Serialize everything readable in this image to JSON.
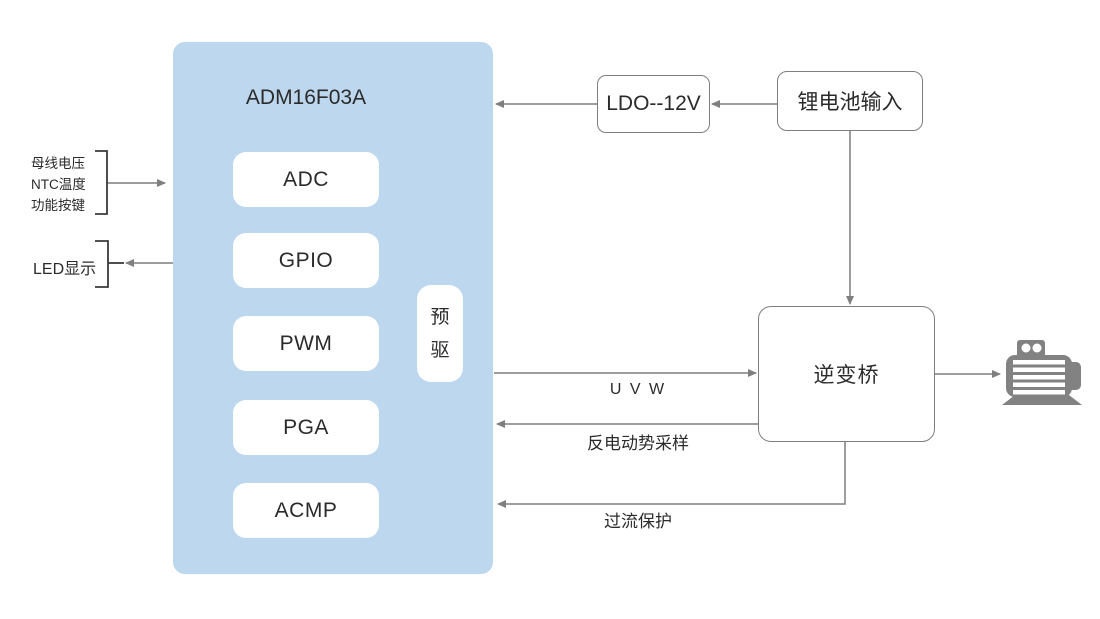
{
  "diagram": {
    "mcu": {
      "title": "ADM16F03A",
      "modules": [
        {
          "label": "ADC"
        },
        {
          "label": "GPIO"
        },
        {
          "label": "PWM"
        },
        {
          "label": "PGA"
        },
        {
          "label": "ACMP"
        }
      ],
      "predriver": "预驱"
    },
    "blocks": {
      "ldo": "LDO--12V",
      "battery": "锂电池输入",
      "inverter": "逆变桥"
    },
    "left_labels": {
      "input_lines": [
        "母线电压",
        "NTC温度",
        "功能按键"
      ],
      "led": "LED显示"
    },
    "flow_labels": {
      "uvw": "U V W",
      "bemf": "反电动势采样",
      "ocp": "过流保护"
    },
    "colors": {
      "mcu_fill": "#BDD7EE",
      "module_fill": "#FFFFFF",
      "box_border": "#7F7F7F",
      "arrow": "#7F7F7F",
      "bracket": "#3A3A3A",
      "text": "#2B2B2B",
      "motor_icon": "#828282"
    },
    "icons": {
      "motor": "motor-icon"
    }
  }
}
